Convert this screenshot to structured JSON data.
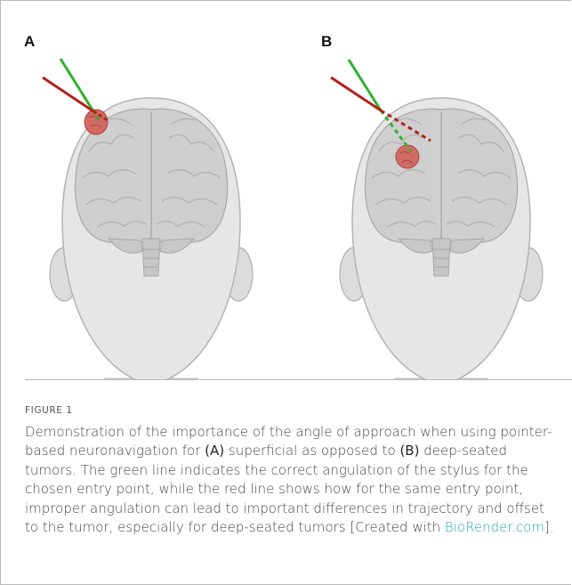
{
  "panels": [
    {
      "label": "A"
    },
    {
      "label": "B"
    }
  ],
  "figure_label": "FIGURE 1",
  "caption": {
    "t1": "Demonstration of the importance of the angle of approach when using pointer-based neuronavigation for ",
    "a": "(A)",
    "t2": " superficial as opposed to ",
    "b": "(B)",
    "t3": " deep-seated tumors. The green line indicates the correct angulation of the stylus for the chosen entry point, while the red line shows how for the same entry point, improper angulation can lead to important differences in trajectory and offset to the tumor, especially for deep-seated tumors [Created with ",
    "link": "BioRender.com",
    "t4": "]."
  },
  "colors": {
    "green_line": "#2bb32b",
    "red_line": "#b3211c",
    "tumor": "#d06a63",
    "head": "#e4e4e4",
    "brain": "#cfcfcf"
  }
}
